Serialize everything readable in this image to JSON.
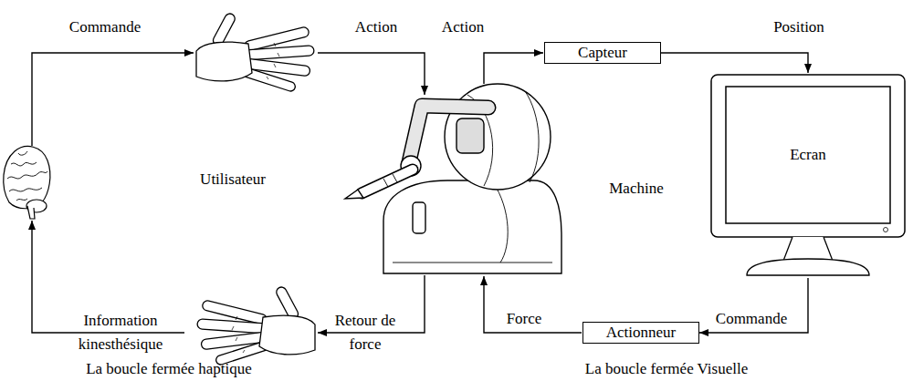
{
  "diagram": {
    "nodes": [
      {
        "text": [
          "Capteur"
        ]
      },
      {
        "text": [
          "Ecran"
        ]
      },
      {
        "text": [
          "Actionneur"
        ]
      }
    ],
    "edges": [
      {
        "from": 0,
        "to": 1,
        "label": "Position",
        "arrow": "to"
      },
      {
        "from": 1,
        "to": 2,
        "label": "Commande",
        "arrow": "to"
      }
    ],
    "labels": [
      "Commande",
      "Action",
      "Action",
      "Utilisateur",
      "Machine",
      "Information kinesthésique",
      "Retour de force",
      "Force",
      "La boucle fermée haptique",
      "La boucle fermée Visuelle"
    ]
  }
}
